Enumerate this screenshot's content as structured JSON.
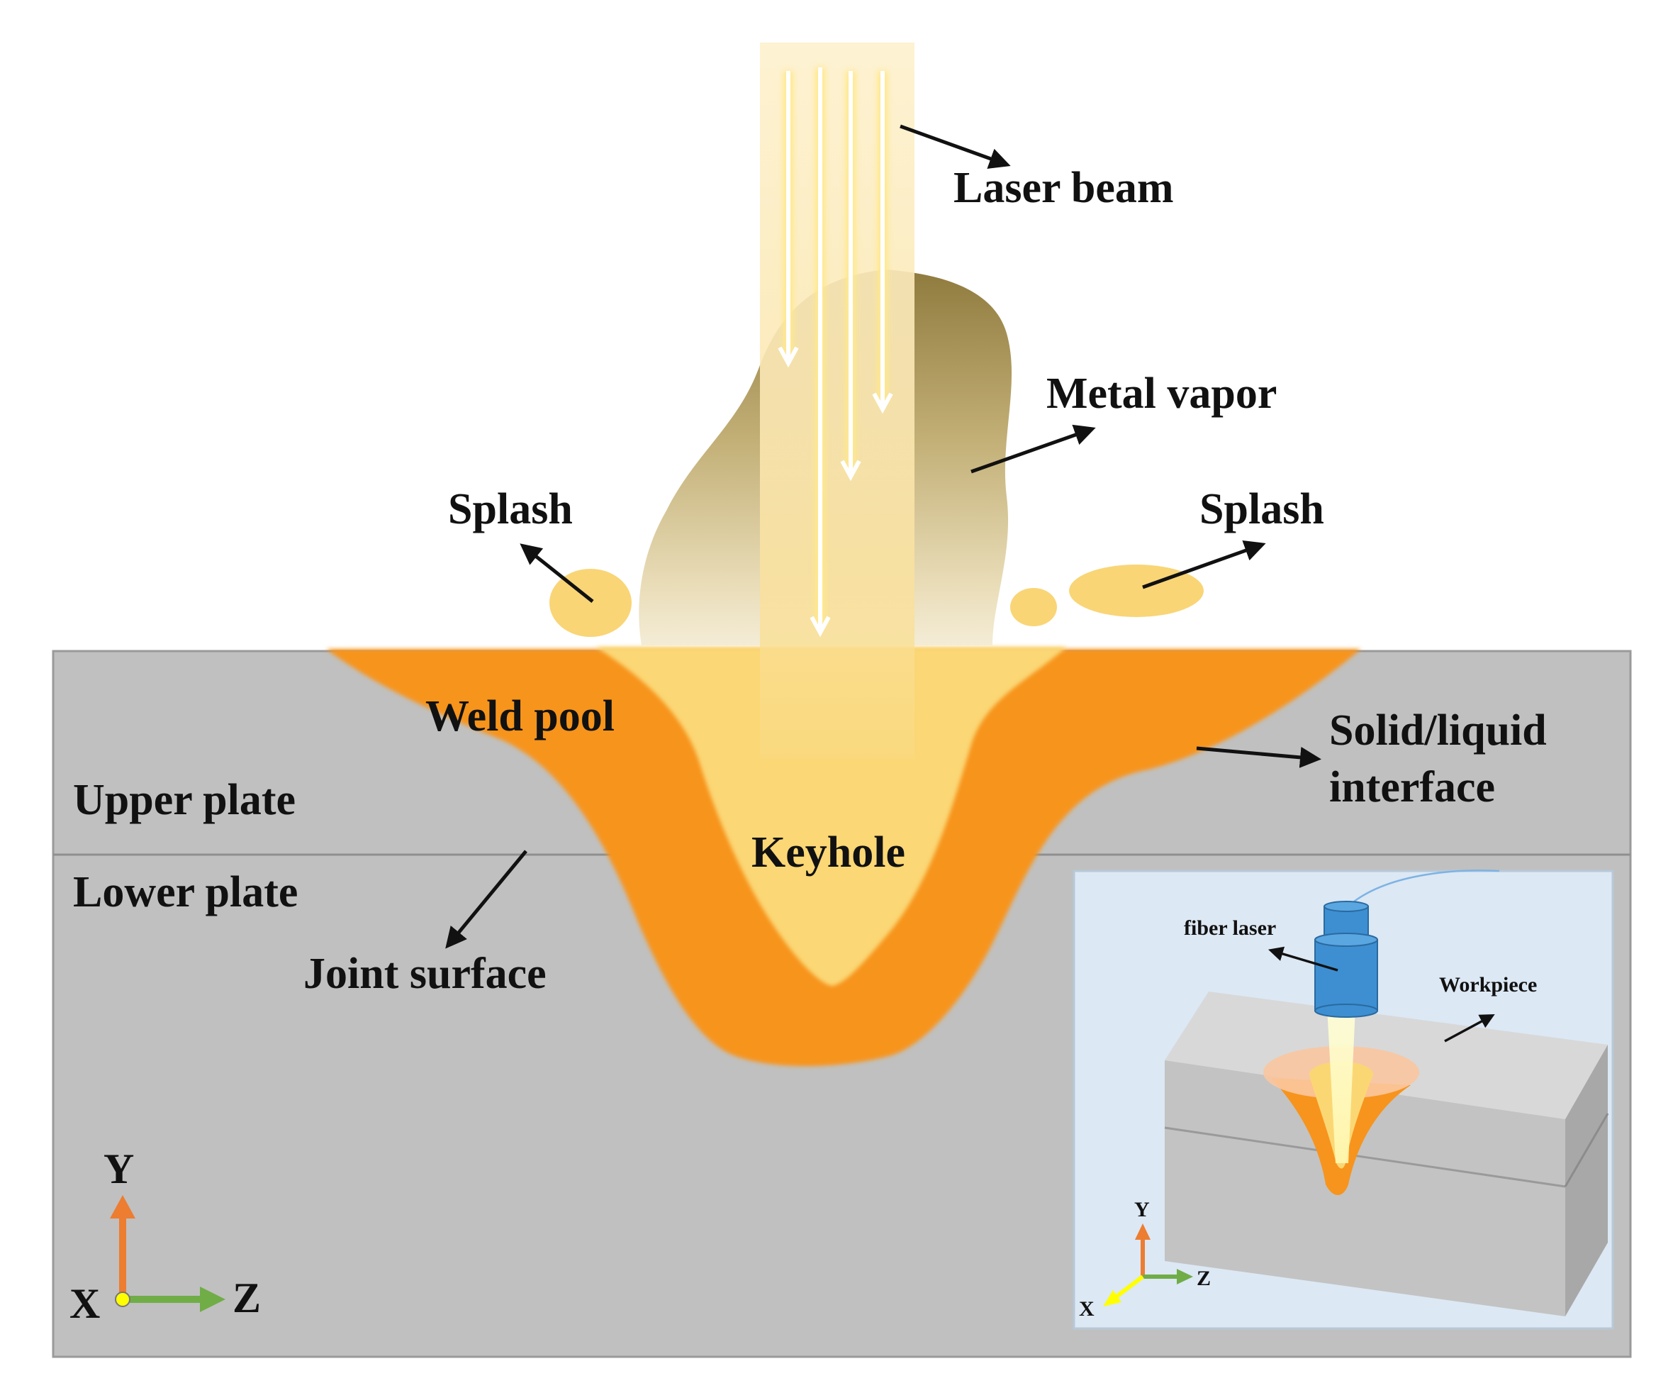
{
  "labels": {
    "laser_beam": "Laser beam",
    "metal_vapor": "Metal vapor",
    "splash_left": "Splash",
    "splash_right": "Splash",
    "weld_pool": "Weld pool",
    "solid_liquid_line1": "Solid/liquid",
    "solid_liquid_line2": "interface",
    "upper_plate": "Upper plate",
    "lower_plate": "Lower plate",
    "keyhole": "Keyhole",
    "joint_surface": "Joint surface"
  },
  "axes": {
    "y": "Y",
    "x": "X",
    "z": "Z"
  },
  "inset": {
    "fiber_laser": "fiber laser",
    "workpiece": "Workpiece",
    "axes": {
      "y": "Y",
      "x": "X",
      "z": "Z"
    }
  },
  "colors": {
    "plate": "#c0c0c0",
    "weld_pool": "#f7941d",
    "keyhole": "#fbd774",
    "splash": "#f9d576",
    "vapor_top": "#8a7434",
    "laser": "#fdf2d2",
    "inset_bg": "#dce8f4",
    "laser_head": "#3d8fd1",
    "axis_y": "#ed7d31",
    "axis_z": "#70ad47",
    "axis_x": "#ffff00"
  }
}
